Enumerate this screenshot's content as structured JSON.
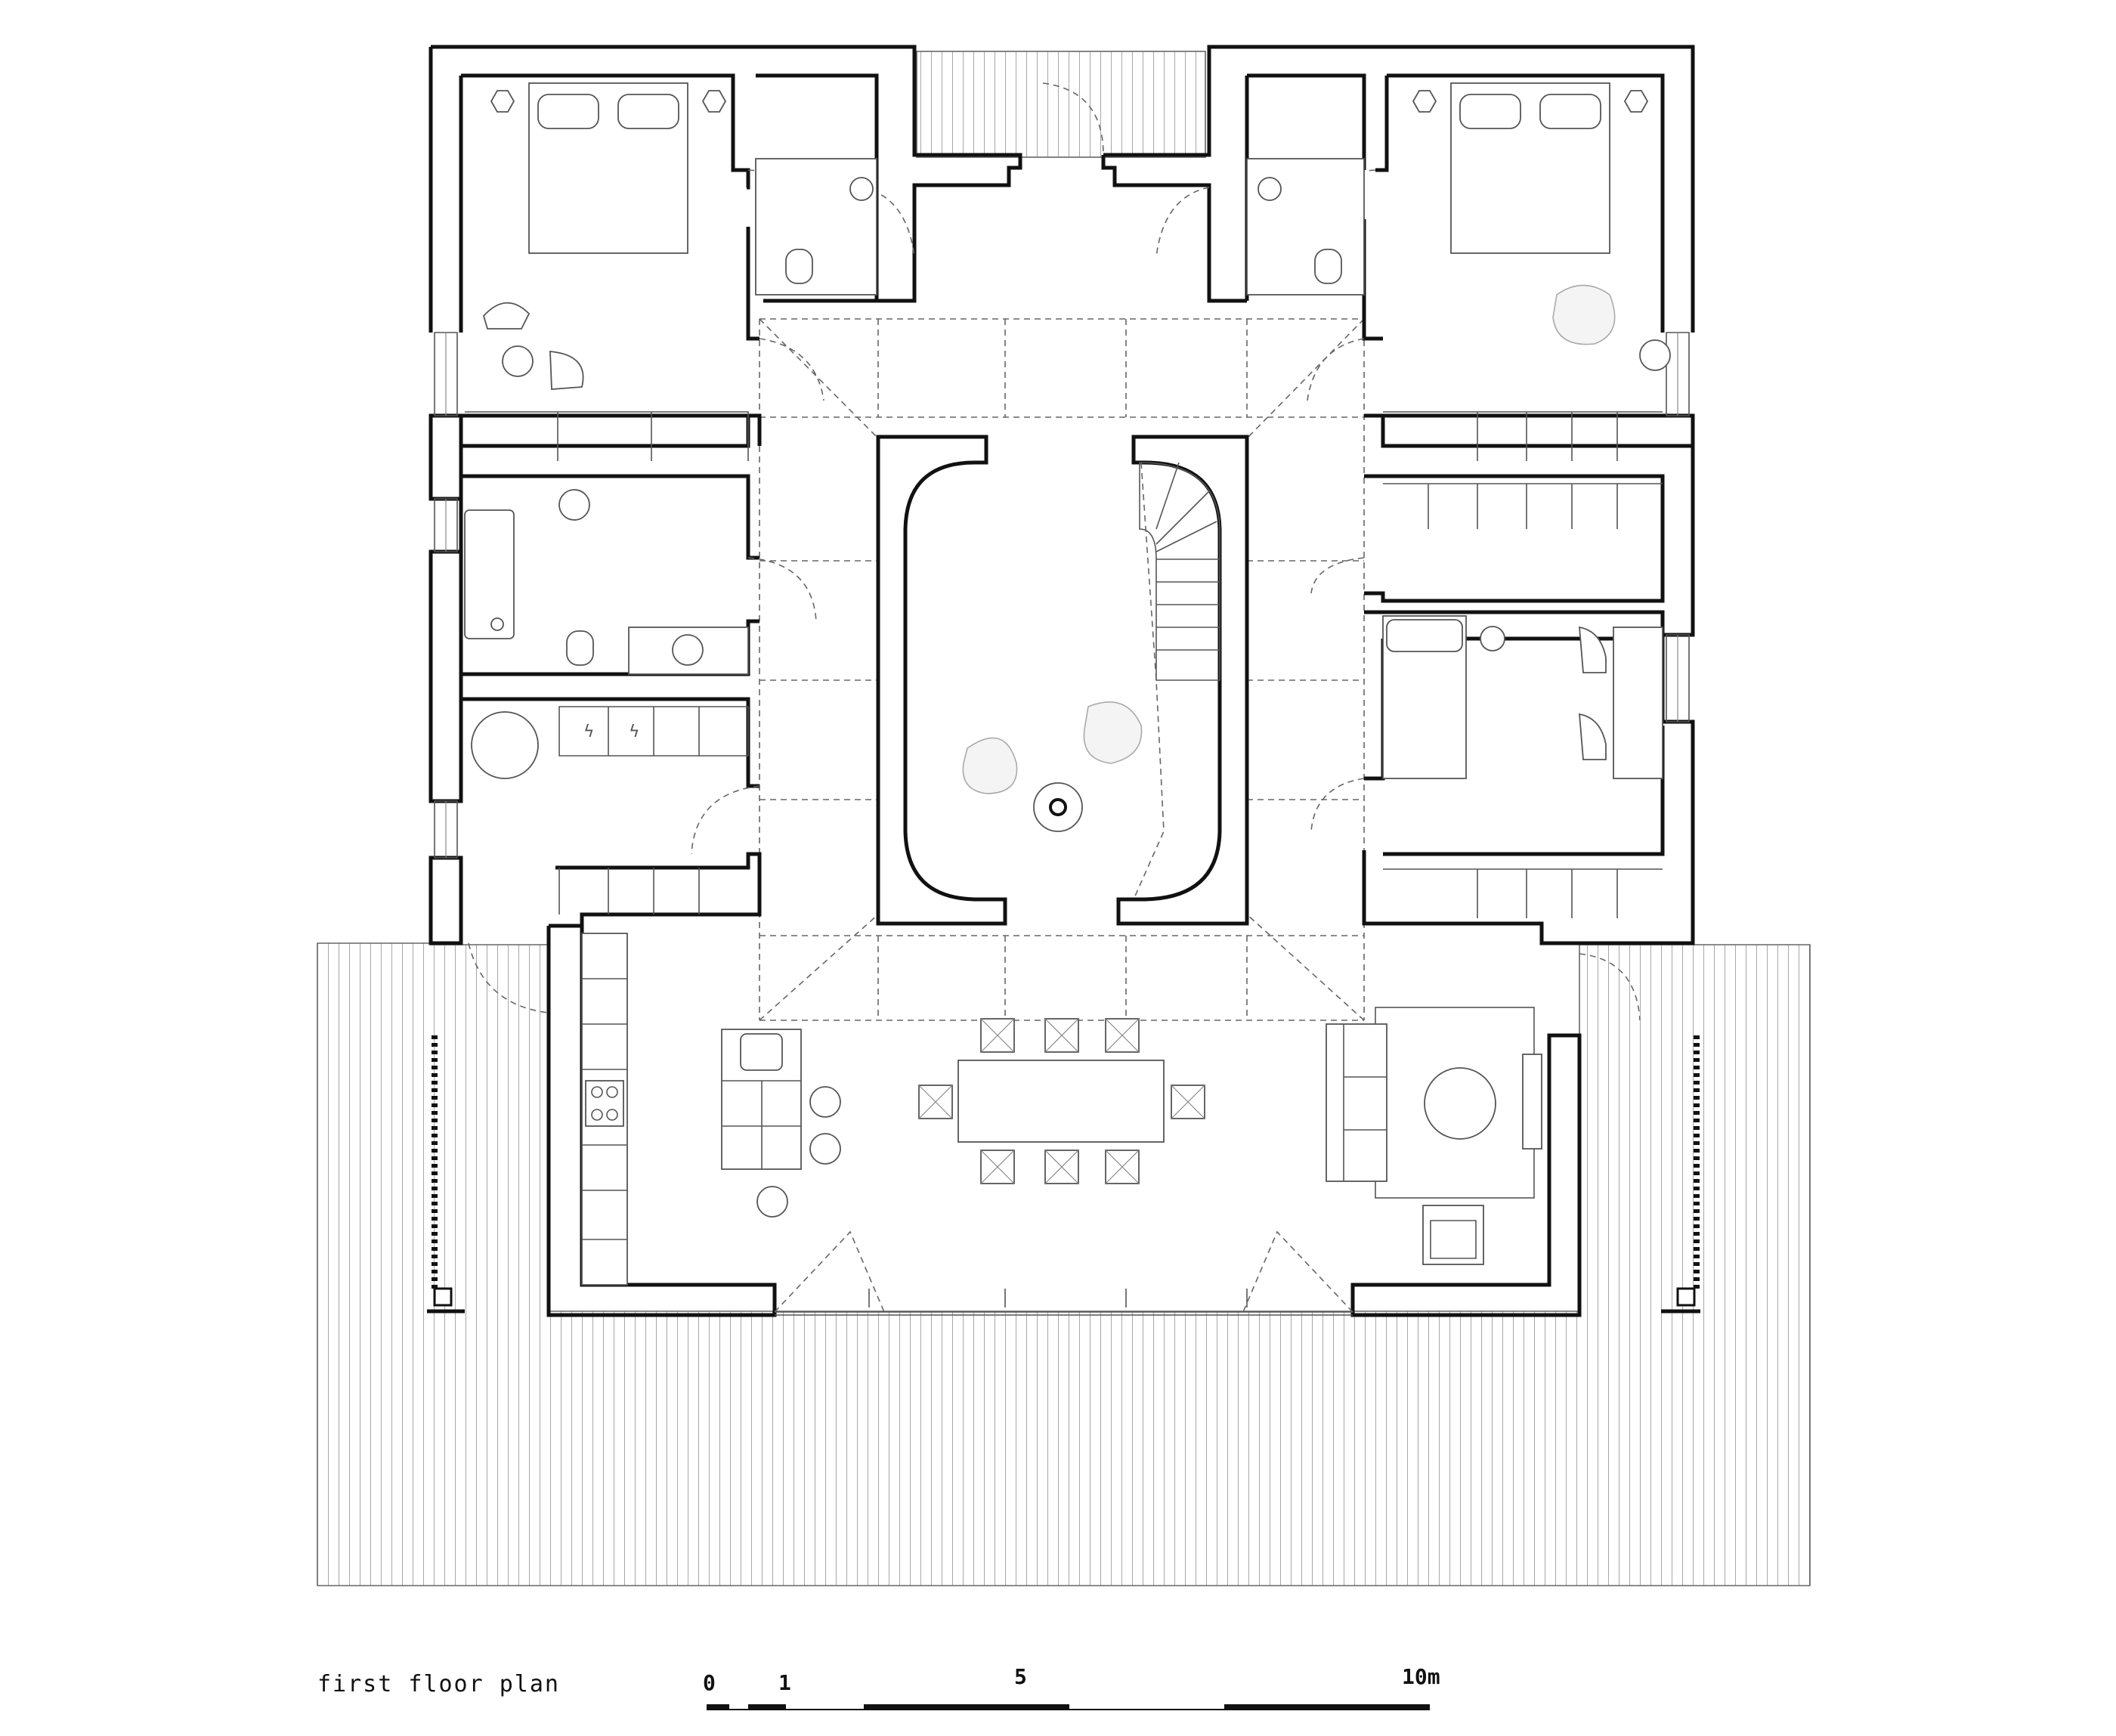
{
  "caption": "first floor plan",
  "scale_bar": {
    "unit": "m",
    "ticks": [
      {
        "value": 0,
        "label": "0"
      },
      {
        "value": 1,
        "label": "1"
      },
      {
        "value": 5,
        "label": "5"
      },
      {
        "value": 10,
        "label": "10m"
      }
    ]
  }
}
